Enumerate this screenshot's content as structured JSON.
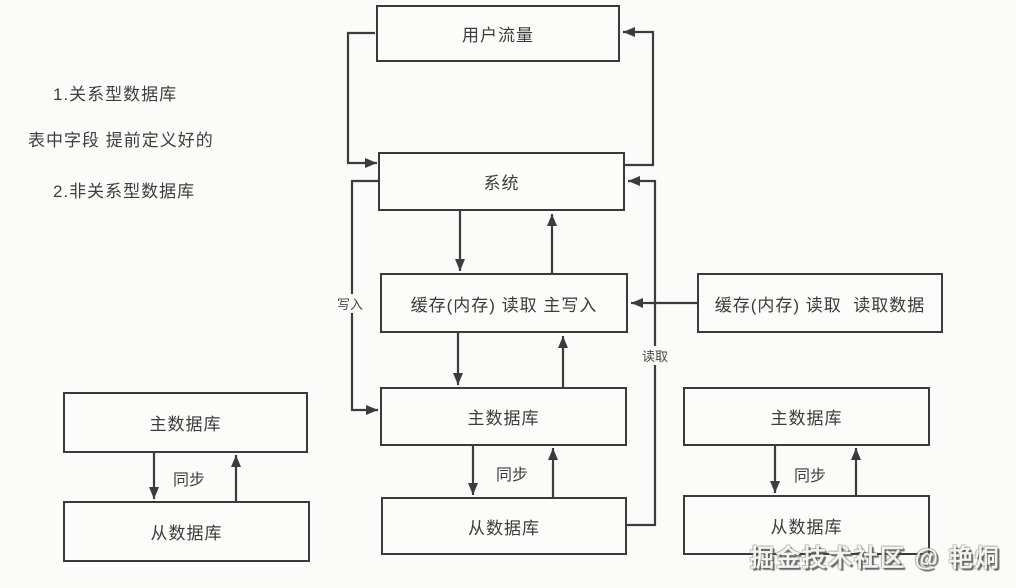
{
  "diagram": {
    "notes": {
      "line1": "1.关系型数据库",
      "line2": "表中字段 提前定义好的",
      "line3": "2.非关系型数据库"
    },
    "nodes": {
      "user_traffic": "用户流量",
      "system": "系统",
      "cache_main": "缓存(内存) 读取 主写入",
      "cache_right": "缓存(内存) 读取  读取数据",
      "master_db_left": "主数据库",
      "slave_db_left": "从数据库",
      "master_db_mid": "主数据库",
      "slave_db_mid": "从数据库",
      "master_db_right": "主数据库",
      "slave_db_right": "从数据库"
    },
    "edge_labels": {
      "write": "写入",
      "read": "读取",
      "sync_left": "同步",
      "sync_mid": "同步",
      "sync_right": "同步"
    },
    "watermark": "掘金技术社区 @ 艳烔",
    "colors": {
      "line": "#3c3c3c",
      "box_border": "#3a3a3a",
      "text": "#3b3b3b",
      "background": "#fbfbf9",
      "watermark_fill": "#f3f3f0"
    }
  }
}
